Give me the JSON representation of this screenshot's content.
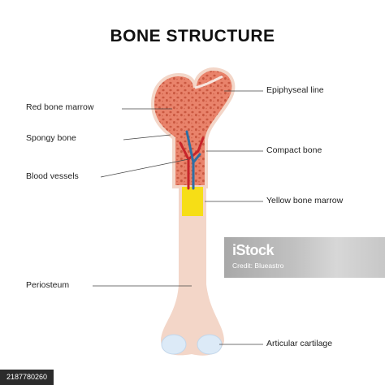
{
  "title": "BONE STRUCTURE",
  "labels": {
    "red_bone_marrow": "Red bone marrow",
    "spongy_bone": "Spongy bone",
    "blood_vessels": "Blood vessels",
    "periosteum": "Periosteum",
    "epiphyseal_line": "Epiphyseal line",
    "compact_bone": "Compact bone",
    "yellow_bone_marrow": "Yellow bone marrow",
    "articular_cartilage": "Articular cartilage"
  },
  "watermark": {
    "logo": "iStock",
    "credit": "Credit: Blueastro",
    "id": "2187780260"
  },
  "colors": {
    "bone_shaft": "#f3d6c8",
    "spongy_bone": "#e9836b",
    "spongy_pores": "#c95840",
    "yellow_marrow": "#f6de16",
    "vessel_red": "#c7242a",
    "vessel_blue": "#2f6fa3",
    "cartilage": "#dceaf7"
  }
}
